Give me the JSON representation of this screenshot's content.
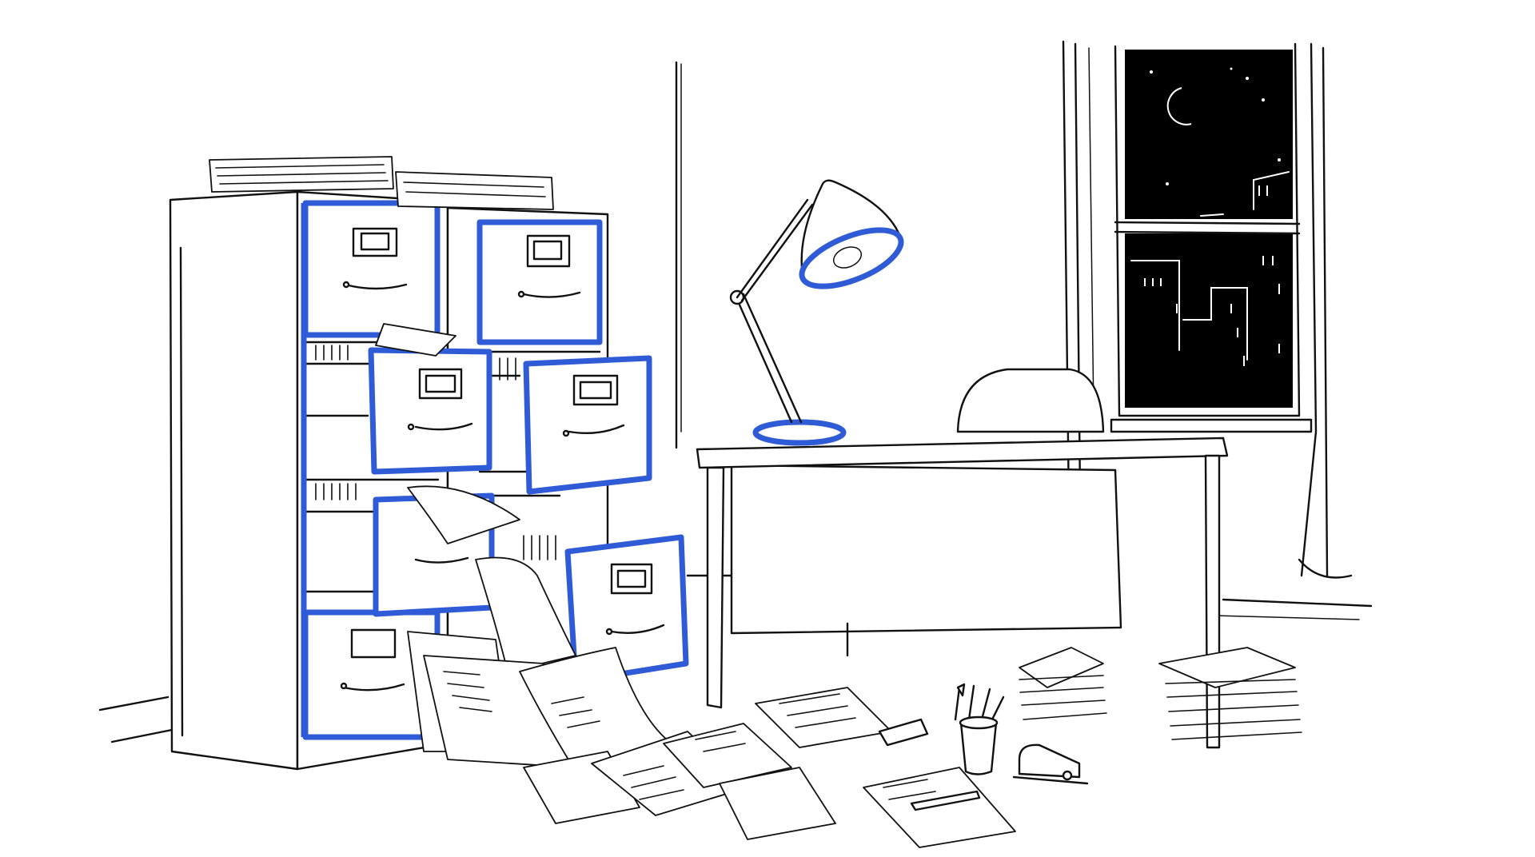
{
  "scene": {
    "background_color": "#ffffff",
    "accent_color": "#2f5bd6",
    "ink_color": "#111111",
    "window_color": "#000000",
    "elements": [
      "filing-cabinets",
      "desk-lamp",
      "desk",
      "office-chair",
      "night-window",
      "scattered-papers",
      "pencil-cup",
      "stapler",
      "paper-stacks"
    ]
  }
}
